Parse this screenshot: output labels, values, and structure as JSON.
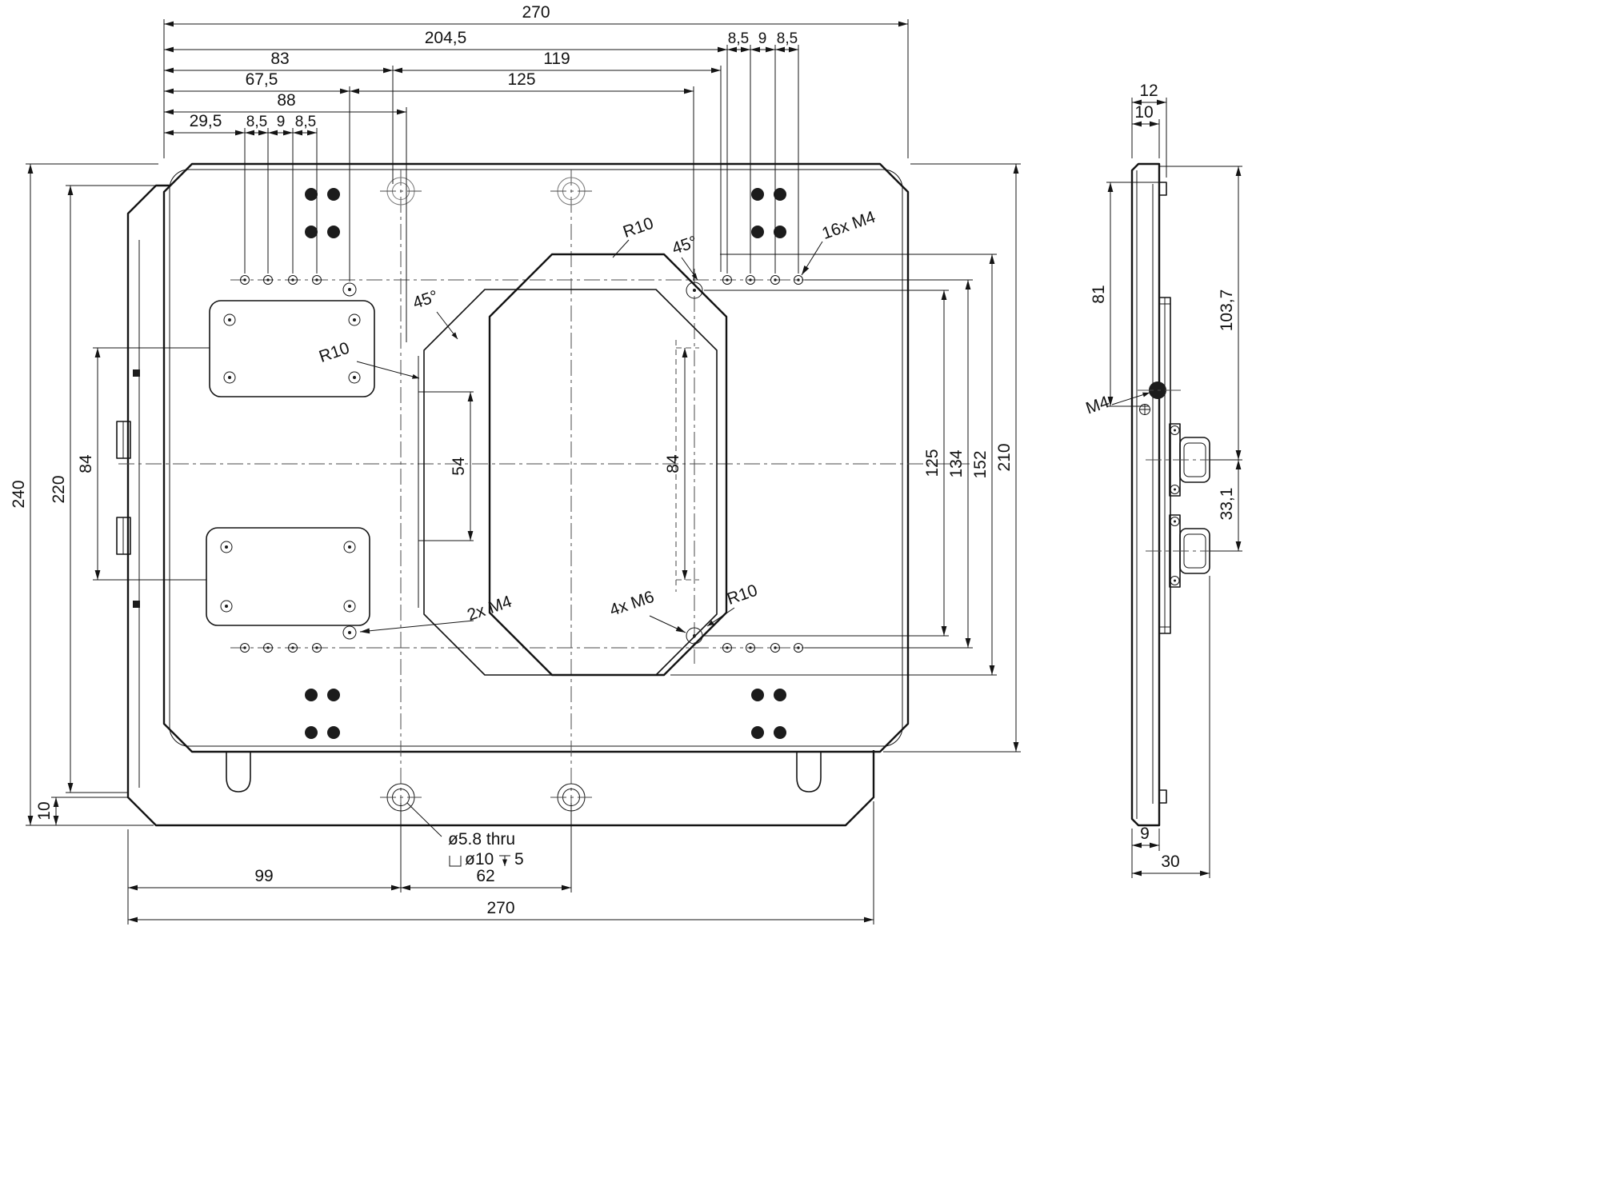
{
  "drawing": {
    "front": {
      "top": {
        "d270": "270",
        "d204_5": "204,5",
        "g_right": [
          "8,5",
          "9",
          "8,5"
        ],
        "d83": "83",
        "d119": "119",
        "d67_5": "67,5",
        "d125": "125",
        "d88": "88",
        "d29_5": "29,5",
        "g_left": [
          "8,5",
          "9",
          "8,5"
        ]
      },
      "left": {
        "d240": "240",
        "d220": "220",
        "d84": "84",
        "d10": "10"
      },
      "right": {
        "d125": "125",
        "d134": "134",
        "d152": "152",
        "d210": "210"
      },
      "bottom": {
        "d99": "99",
        "d62": "62",
        "d270": "270",
        "thru": "ø5.8 thru",
        "cb_dia": "ø10",
        "cb_depth": "5"
      },
      "notes": {
        "r10_top": "R10",
        "a45_top": "45°",
        "m4_16": "16x M4",
        "a45_left": "45°",
        "r10_left": "R10",
        "d54": "54",
        "d84": "84",
        "m4_2": "2x M4",
        "m6_4": "4x M6",
        "r10_bottom": "R10"
      }
    },
    "side": {
      "d12": "12",
      "d10": "10",
      "d81": "81",
      "d103_7": "103,7",
      "m4": "M4",
      "d33_1": "33,1",
      "d9": "9",
      "d30": "30"
    }
  }
}
